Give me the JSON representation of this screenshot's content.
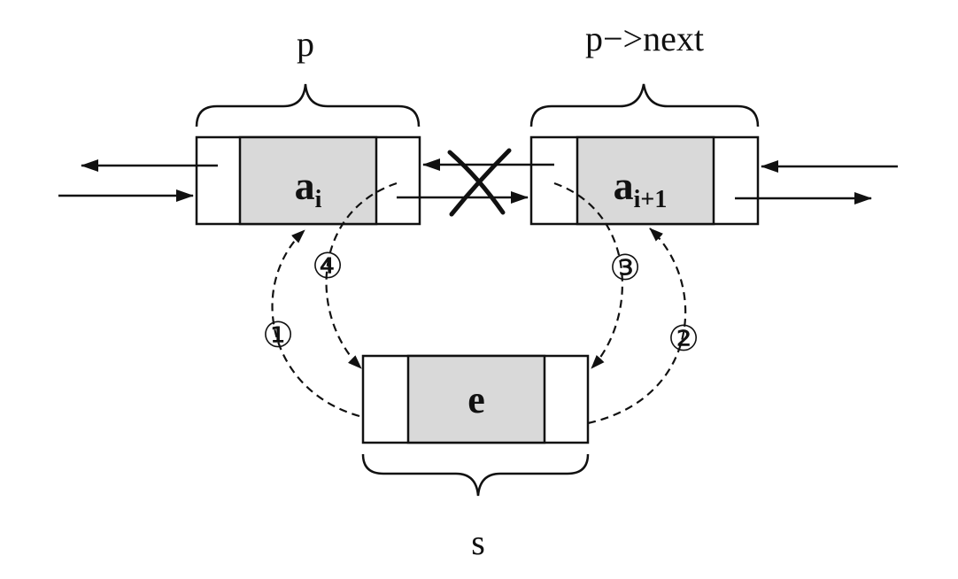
{
  "labels": {
    "p": "p",
    "p_next": "p−>next",
    "s": "s"
  },
  "nodes": {
    "ai": {
      "main": "a",
      "sub": "i"
    },
    "ai1": {
      "main": "a",
      "sub": "i+1"
    },
    "e": {
      "main": "e"
    }
  },
  "steps": {
    "step1": "①",
    "step2": "②",
    "step3": "③",
    "step4": "④"
  },
  "colors": {
    "data_fill": "#d9d9d9",
    "stroke": "#111111",
    "background": "#ffffff"
  }
}
